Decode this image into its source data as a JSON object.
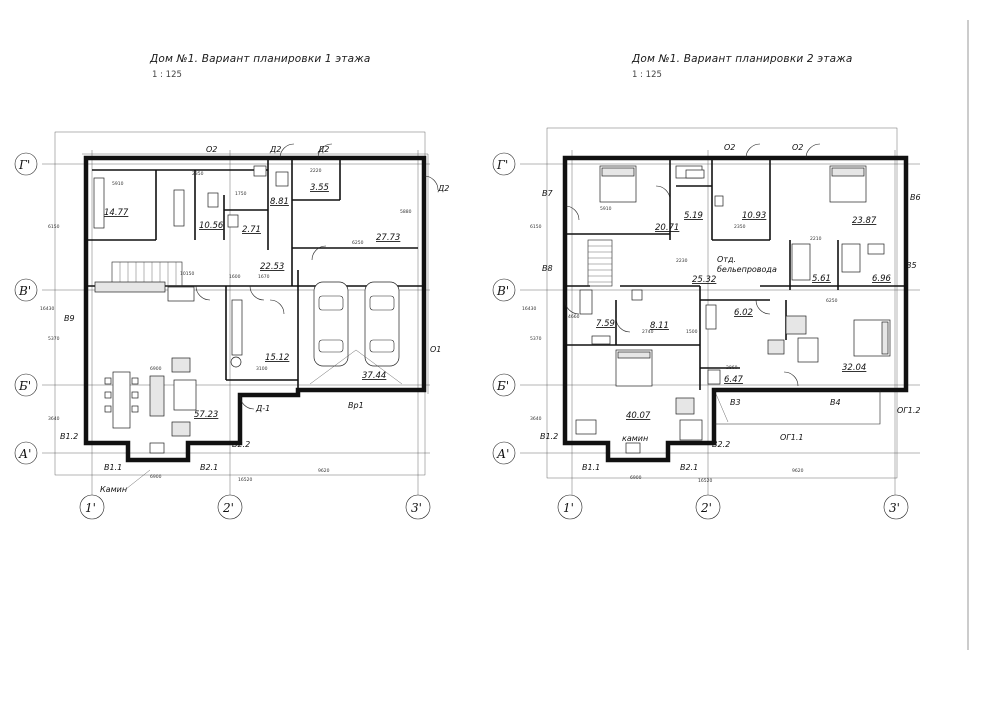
{
  "plans": [
    {
      "title": "Дом №1. Вариант планировки 1 этажа",
      "scale": "1 : 125",
      "axis_rows": [
        "Г'",
        "В'",
        "Б'",
        "А'"
      ],
      "axis_cols": [
        "1'",
        "2'",
        "3'"
      ],
      "areas": [
        "14.77",
        "10.56",
        "8.81",
        "3.55",
        "2.71",
        "27.73",
        "22.53",
        "15.12",
        "57.23",
        "37.44"
      ],
      "labels": [
        "О2",
        "Д2",
        "Д2",
        "Д2",
        "В9",
        "О1",
        "Вр1",
        "Д-1",
        "В1.2",
        "В2.2",
        "В1.1",
        "В2.1",
        "Камин"
      ],
      "dims": [
        "5910",
        "2350",
        "1750",
        "2220",
        "10150",
        "1600",
        "1670",
        "6250",
        "6900",
        "3100",
        "5880",
        "9620",
        "16520",
        "6900",
        "6150",
        "5370",
        "16430",
        "3640"
      ]
    },
    {
      "title": "Дом №1. Вариант планировки 2 этажа",
      "scale": "1 : 125",
      "axis_rows": [
        "Г'",
        "В'",
        "Б'",
        "А'"
      ],
      "axis_cols": [
        "1'",
        "2'",
        "3'"
      ],
      "areas": [
        "20.71",
        "5.19",
        "10.93",
        "23.87",
        "25.32",
        "5.61",
        "6.96",
        "7.59",
        "8.11",
        "6.02",
        "32.04",
        "6.47",
        "40.07"
      ],
      "labels": [
        "О2",
        "О2",
        "В7",
        "В6",
        "В8",
        "В5",
        "В3",
        "В4",
        "ОГ1.2",
        "ОГ1.1",
        "В1.2",
        "В2.2",
        "В1.1",
        "В2.1",
        "камин",
        "Отд.",
        "бельепровода"
      ],
      "dims": [
        "5910",
        "2350",
        "2230",
        "4660",
        "1500",
        "2740",
        "2860",
        "6250",
        "2210",
        "9620",
        "16520",
        "6900",
        "6150",
        "5370",
        "16430",
        "3640"
      ]
    }
  ]
}
